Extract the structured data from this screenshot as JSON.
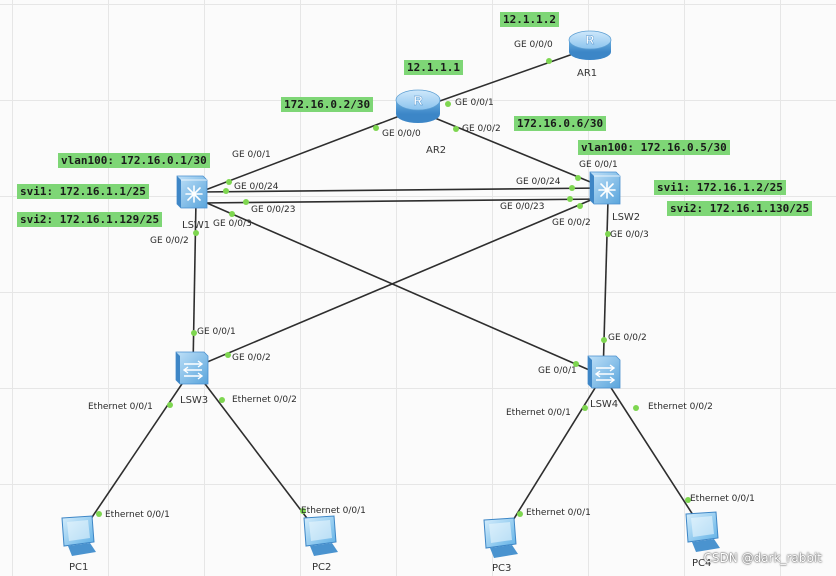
{
  "devices": {
    "ar1": "AR1",
    "ar2": "AR2",
    "lsw1": "LSW1",
    "lsw2": "LSW2",
    "lsw3": "LSW3",
    "lsw4": "LSW4",
    "pc1": "PC1",
    "pc2": "PC2",
    "pc3": "PC3",
    "pc4": "PC4"
  },
  "addresses": {
    "ar1_ip": "12.1.1.2",
    "ar2_ip": "12.1.1.1",
    "ar2_g0": "172.16.0.2/30",
    "ar2_g2": "172.16.0.6/30",
    "lsw1_vlan100": "vlan100: 172.16.0.1/30",
    "lsw1_svi1": "svi1: 172.16.1.1/25",
    "lsw1_svi2": "svi2: 172.16.1.129/25",
    "lsw2_vlan100": "vlan100: 172.16.0.5/30",
    "lsw2_svi1": "svi1: 172.16.1.2/25",
    "lsw2_svi2": "svi2: 172.16.1.130/25"
  },
  "ports": {
    "ar1_ge000": "GE 0/0/0",
    "ar2_ge001": "GE 0/0/1",
    "ar2_ge000": "GE 0/0/0",
    "ar2_ge002": "GE 0/0/2",
    "lsw1_ge001": "GE 0/0/1",
    "lsw1_ge0024": "GE 0/0/24",
    "lsw1_ge0023": "GE 0/0/23",
    "lsw1_ge003": "GE 0/0/3",
    "lsw1_ge002": "GE 0/0/2",
    "lsw2_ge001": "GE 0/0/1",
    "lsw2_ge0024": "GE 0/0/24",
    "lsw2_ge0023": "GE 0/0/23",
    "lsw2_ge002": "GE 0/0/2",
    "lsw2_ge003": "GE 0/0/3",
    "lsw3_ge001": "GE 0/0/1",
    "lsw3_ge002": "GE 0/0/2",
    "lsw3_eth1": "Ethernet 0/0/1",
    "lsw3_eth2": "Ethernet 0/0/2",
    "lsw4_ge002": "GE 0/0/2",
    "lsw4_ge001": "GE 0/0/1",
    "lsw4_eth1": "Ethernet 0/0/1",
    "lsw4_eth2": "Ethernet 0/0/2",
    "pc1_eth": "Ethernet 0/0/1",
    "pc2_eth": "Ethernet 0/0/1",
    "pc3_eth": "Ethernet 0/0/1",
    "pc4_eth": "Ethernet 0/0/1"
  },
  "watermark": "CSDN @dark_rabbit",
  "colors": {
    "tag_bg": "#7ed676",
    "link": "#2e2e2e",
    "router": "#7fb9e6",
    "switch": "#6fb2e3",
    "port_dot": "#7ed650"
  }
}
